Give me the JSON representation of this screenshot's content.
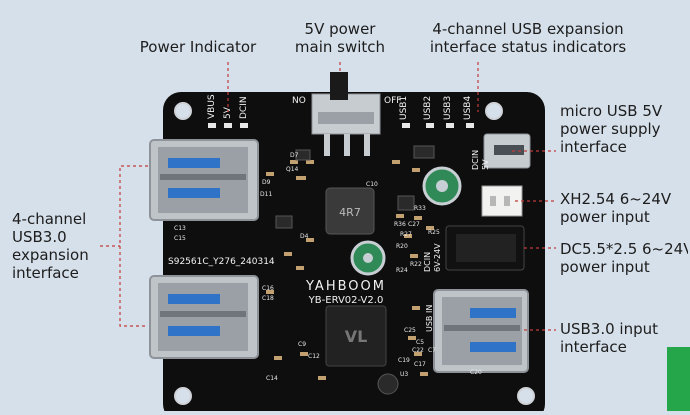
{
  "labels": {
    "power_indicator": "Power Indicator",
    "main_switch": [
      "5V power",
      "main switch"
    ],
    "usb_status": [
      "4-channel USB expansion",
      "interface status indicators"
    ],
    "micro_usb": [
      "micro USB 5V",
      "power supply",
      "interface"
    ],
    "xh254": [
      "XH2.54 6~24V",
      "power input"
    ],
    "dc55": [
      "DC5.5*2.5 6~24V",
      "power input"
    ],
    "usb30_input": [
      "USB3.0 input",
      "interface"
    ],
    "usb30_expansion": [
      "4-channel",
      "USB3.0",
      "expansion",
      "interface"
    ]
  },
  "pcb": {
    "brand": "YAHBOOM",
    "model": "YB-ERV02-V2.0",
    "serial": "S92561C_Y276_240314",
    "silk_top_left": [
      "VBUS",
      "5V",
      "DCIN"
    ],
    "silk_switch": [
      "NO",
      "OFF"
    ],
    "silk_usb_leds": [
      "USB1",
      "USB2",
      "USB3",
      "USB4"
    ],
    "silk_dcin_5v": [
      "DCIN",
      "5V"
    ],
    "silk_dcin_6v": [
      "DCIN",
      "6V-24V"
    ],
    "silk_usb_in": "USB IN",
    "inductor": "4R7",
    "chip_logo": "VL",
    "parts": [
      "D7",
      "Q14",
      "D9",
      "D11",
      "C13",
      "C15",
      "C16",
      "C18",
      "C27",
      "R20",
      "R22",
      "R24",
      "R27",
      "R33",
      "C9",
      "C12",
      "C25",
      "C19",
      "C17",
      "C20",
      "U3",
      "C14",
      "D4",
      "R36",
      "C10",
      "R25",
      "C22",
      "C5",
      "C7"
    ]
  },
  "colors": {
    "background": "#d6e0ea",
    "pcb": "#0e0e0e",
    "leader_line": "#c23a3a",
    "accent_tab": "#26a64a",
    "usb_tongue": "#2f73c8"
  }
}
